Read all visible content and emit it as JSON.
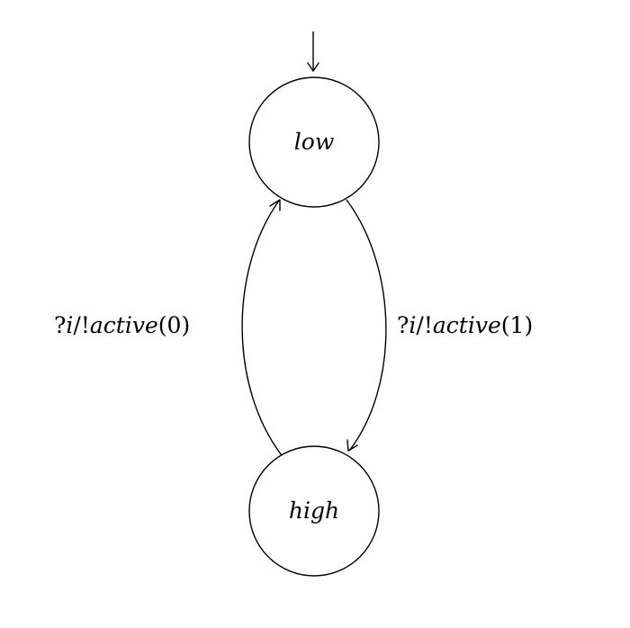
{
  "states": {
    "initial": {
      "label": "low"
    },
    "other": {
      "label": "high"
    }
  },
  "transitions": {
    "high_to_low": {
      "input_prefix": "?",
      "input_var": "i",
      "sep": "/!",
      "output_name": "active",
      "paren_open": "(",
      "output_value": "0",
      "paren_close": ")"
    },
    "low_to_high": {
      "input_prefix": "?",
      "input_var": "i",
      "sep": "/!",
      "output_name": "active",
      "paren_open": "(",
      "output_value": "1",
      "paren_close": ")"
    }
  }
}
